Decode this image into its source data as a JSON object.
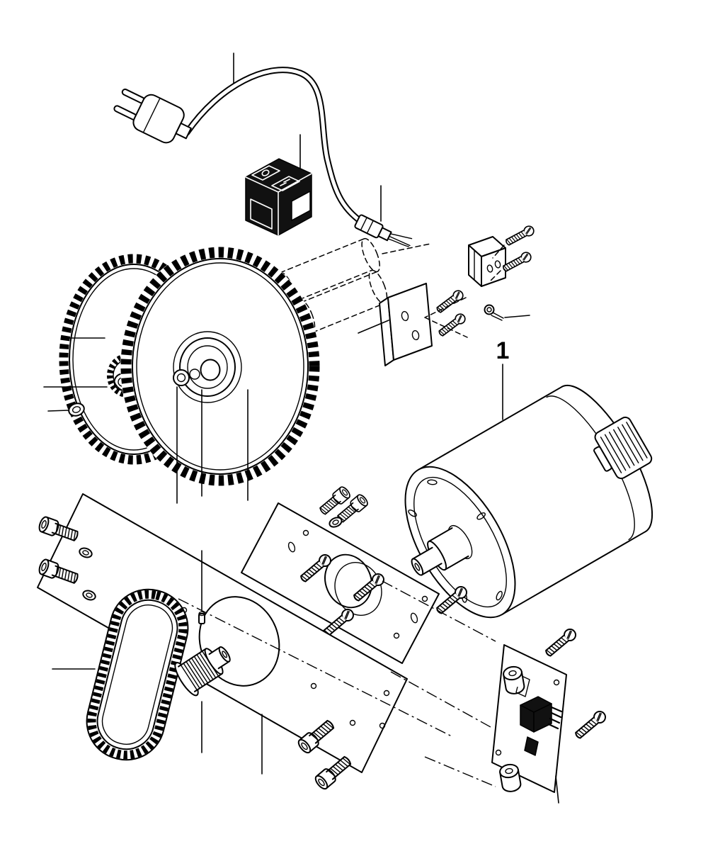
{
  "diagram": {
    "callout_label": "1",
    "callouts": [
      {
        "label": "1",
        "target": "motor"
      }
    ]
  },
  "icons": {
    "switch_off_symbol": "power-off-ring",
    "switch_on_symbol": "power-on-bars"
  },
  "colors": {
    "line": "#000000",
    "background": "#ffffff",
    "component_fill": "#111111"
  }
}
